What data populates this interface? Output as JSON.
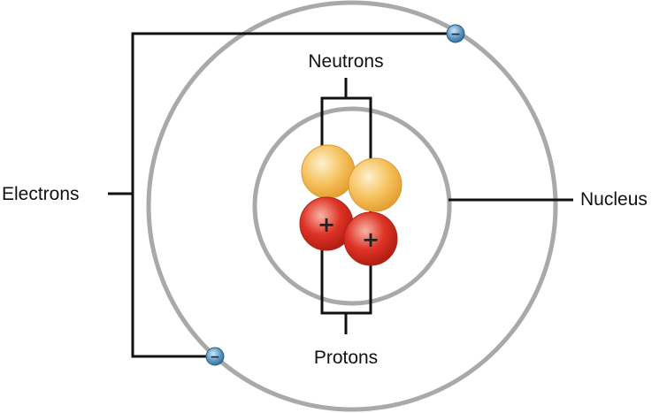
{
  "labels": {
    "electrons": "Electrons",
    "neutrons": "Neutrons",
    "protons": "Protons",
    "nucleus": "Nucleus"
  },
  "signs": {
    "proton": "+",
    "electron": "−"
  },
  "colors": {
    "shell": "#a9a9a9",
    "line": "#111111",
    "neutron_fill": "#f6c25e",
    "neutron_highlight": "#fdf0cf",
    "proton_fill": "#de3426",
    "proton_highlight": "#f8b4a6",
    "electron_fill": "#5b97c2",
    "electron_highlight": "#cfe6f5"
  },
  "particles": {
    "neutrons": 2,
    "protons": 2,
    "electrons": 2
  }
}
